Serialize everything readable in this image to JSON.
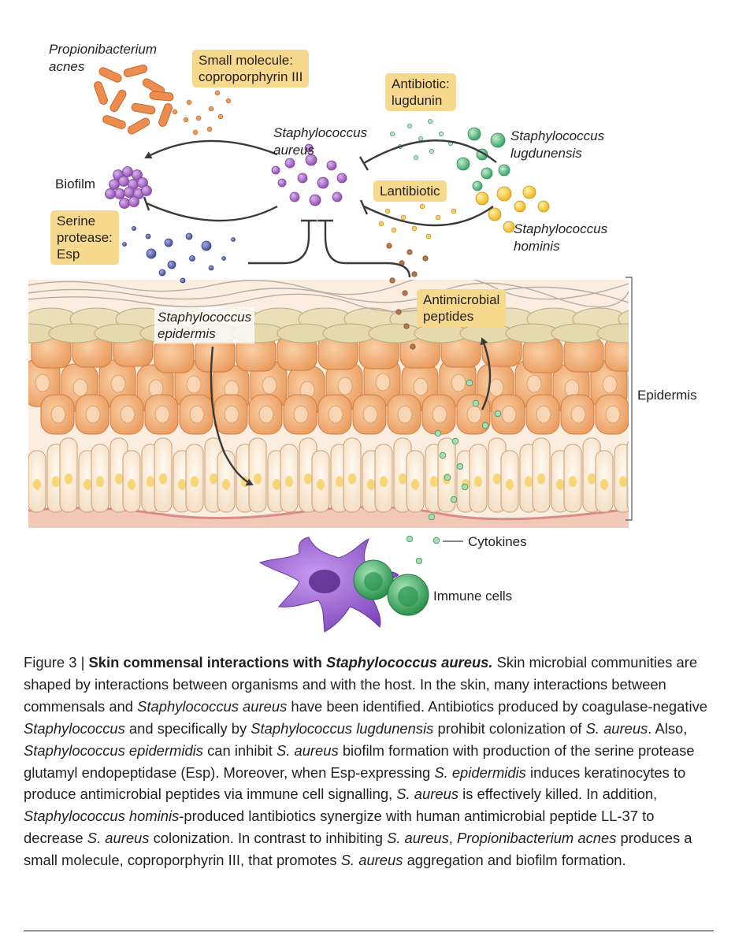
{
  "labels": {
    "p_acnes": [
      "Propionibacterium",
      "acnes"
    ],
    "small_molecule": [
      "Small molecule:",
      "coproporphyrin III"
    ],
    "antibiotic": [
      "Antibiotic:",
      "lugdunin"
    ],
    "s_aureus": [
      "Staphylococcus",
      "aureus"
    ],
    "s_lugdunensis": [
      "Staphylococcus",
      "lugdunensis"
    ],
    "biofilm": "Biofilm",
    "lantibiotic": "Lantibiotic",
    "serine_protease": [
      "Serine",
      "protease:",
      "Esp"
    ],
    "s_hominis": [
      "Staphylococcus",
      "hominis"
    ],
    "s_epidermis": [
      "Staphylococcus",
      "epidermis"
    ],
    "antimicrobial": [
      "Antimicrobial",
      "peptides"
    ],
    "epidermis": "Epidermis",
    "cytokines": "Cytokines",
    "immune_cells": "Immune cells"
  },
  "caption": {
    "figure_no": "Figure 3 | ",
    "title_a": "Skin commensal interactions with ",
    "title_b": "Staphylococcus aureus.",
    "t1": " Skin microbial communities are shaped by interactions between organisms and with the host. In the skin, many interactions between commensals and ",
    "i1": "Staphylococcus aureus",
    "t2": " have been identified. Antibiotics produced by coagulase-negative ",
    "i2": "Staphylococcus",
    "t3": " and specifically by ",
    "i3": "Staphylococcus lugdunensis",
    "t4": " prohibit colonization of ",
    "i4": "S. aureus",
    "t5": ". Also, ",
    "i5": "Staphylococcus epidermidis",
    "t6": " can inhibit ",
    "i6": "S. aureus",
    "t7": " biofilm formation with production of the serine protease glutamyl endopeptidase (Esp). Moreover, when Esp-expressing ",
    "i7": "S. epidermidis",
    "t8": " induces keratinocytes to produce antimicrobial peptides via immune cell signalling, ",
    "i8": "S. aureus",
    "t9": " is effectively killed. In addition, ",
    "i9": "Staphylococcus hominis",
    "t10": "-produced lantibiotics synergize with human antimicrobial peptide LL-37 to decrease ",
    "i10": "S. aureus",
    "t11": " colonization. In contrast to inhibiting ",
    "i11": "S. aureus",
    "t12": ", ",
    "i12": "Propionibacterium acnes",
    "t13": " produces a small molecule, coproporphyrin III, that promotes ",
    "i13": "S. aureus",
    "t14": " aggregation and biofilm formation."
  },
  "colors": {
    "tag_fill": "#f7d98e",
    "p_acnes": "#e98a4e",
    "s_aureus": "#a05bbd",
    "s_lugdunensis": "#3fae6c",
    "s_hominis": "#f2c434",
    "esp": "#4f5ea8",
    "keratinocyte": "#f3b27d",
    "stratum_corneum": "#e7dcb4",
    "immune_purple": "#8e55c8",
    "immune_green": "#3aa65f"
  }
}
